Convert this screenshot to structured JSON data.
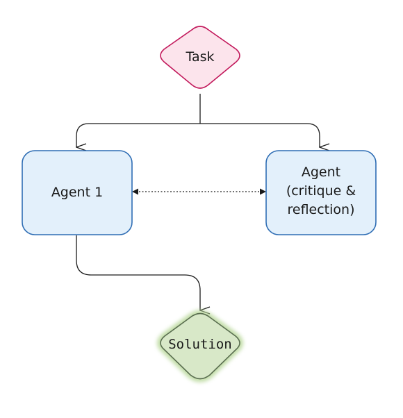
{
  "diagram": {
    "nodes": {
      "task": {
        "label": "Task",
        "fill": "#fce4ec",
        "stroke": "#c2185b"
      },
      "agent1": {
        "label": "Agent 1",
        "fill": "#e3f0fb",
        "stroke": "#2e6db4"
      },
      "agent2": {
        "lines": [
          "Agent",
          "(critique &",
          "reflection)"
        ],
        "fill": "#e3f0fb",
        "stroke": "#2e6db4"
      },
      "solution": {
        "label": "Solution",
        "fill": "#d8e8c8",
        "stroke": "#5a6e50",
        "glow": "#b9d89b"
      }
    },
    "edge_color": "#1a1a1a"
  }
}
